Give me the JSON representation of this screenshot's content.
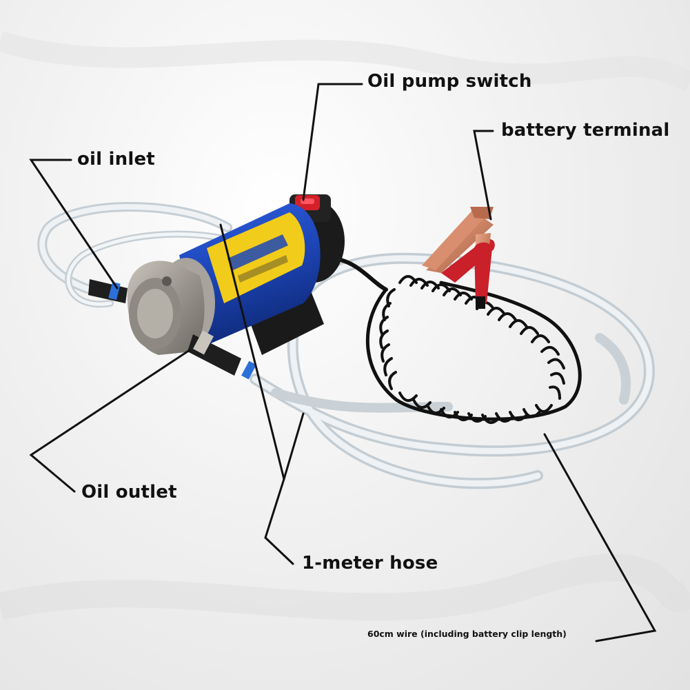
{
  "labels": {
    "oil_pump_switch": "Oil pump switch",
    "battery_terminal": "battery terminal",
    "oil_inlet": "oil inlet",
    "oil_outlet": "Oil outlet",
    "hose": "1-meter hose",
    "wire": "60cm wire (including battery clip length)"
  },
  "colors": {
    "pump_body": "#1d46b8",
    "label_yellow": "#f2cc1a",
    "switch_red": "#d3202a",
    "clamp_copper": "#c9795a",
    "clamp_handle": "#c9202a",
    "cable": "#111111",
    "hose": "#d9e2e8",
    "leader_line": "#111111"
  },
  "icons": {
    "pump": "oil-pump-illustration",
    "clamps": "battery-clamp-illustration"
  }
}
